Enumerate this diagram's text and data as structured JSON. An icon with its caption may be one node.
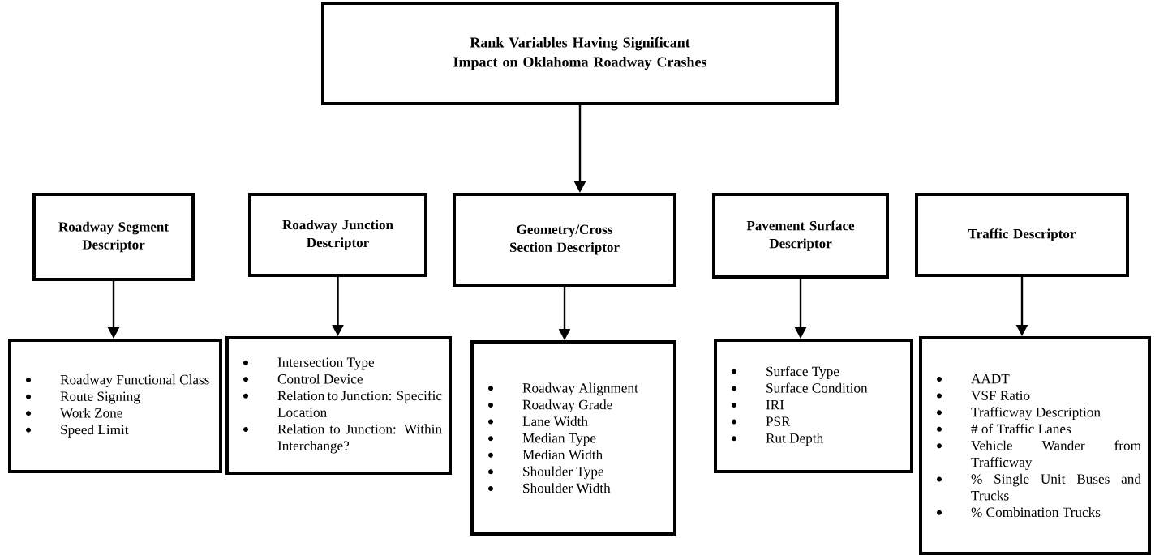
{
  "diagram": {
    "nodes": [
      {
        "text": [
          "Rank Variables Having Significant Impact on Oklahoma Roadway Crashes"
        ]
      },
      {
        "text": [
          "Roadway Segment Descriptor"
        ]
      },
      {
        "text": [
          "Roadway Junction Descriptor"
        ]
      },
      {
        "text": [
          "Geometry/Cross Section Descriptor"
        ]
      },
      {
        "text": [
          "Pavement Surface Descriptor"
        ]
      },
      {
        "text": [
          "Traffic Descriptor"
        ]
      },
      {
        "text": [
          "Roadway Functional Class",
          "Route Signing",
          "Work Zone",
          "Speed Limit"
        ]
      },
      {
        "text": [
          "Intersection Type",
          "Control Device",
          "Relation to Junction: Specific Location",
          "Relation to Junction: Within Interchange?"
        ]
      },
      {
        "text": [
          "Roadway Alignment",
          "Roadway Grade",
          "Lane Width",
          "Median Type",
          "Median Width",
          "Shoulder Type",
          "Shoulder Width"
        ]
      },
      {
        "text": [
          "Surface Type",
          "Surface Condition",
          "IRI",
          "PSR",
          "Rut Depth"
        ]
      },
      {
        "text": [
          "AADT",
          "VSF Ratio",
          "Trafficway Description",
          "# of Traffic Lanes",
          "Vehicle Wander from Trafficway",
          "% Single Unit Buses and Trucks",
          "% Combination Trucks"
        ]
      }
    ],
    "edges": [
      {
        "from": 0,
        "to": 3,
        "arrow": "to"
      },
      {
        "from": 1,
        "to": 6,
        "arrow": "to"
      },
      {
        "from": 2,
        "to": 7,
        "arrow": "to"
      },
      {
        "from": 3,
        "to": 8,
        "arrow": "to"
      },
      {
        "from": 4,
        "to": 9,
        "arrow": "to"
      },
      {
        "from": 5,
        "to": 10,
        "arrow": "to"
      }
    ]
  }
}
